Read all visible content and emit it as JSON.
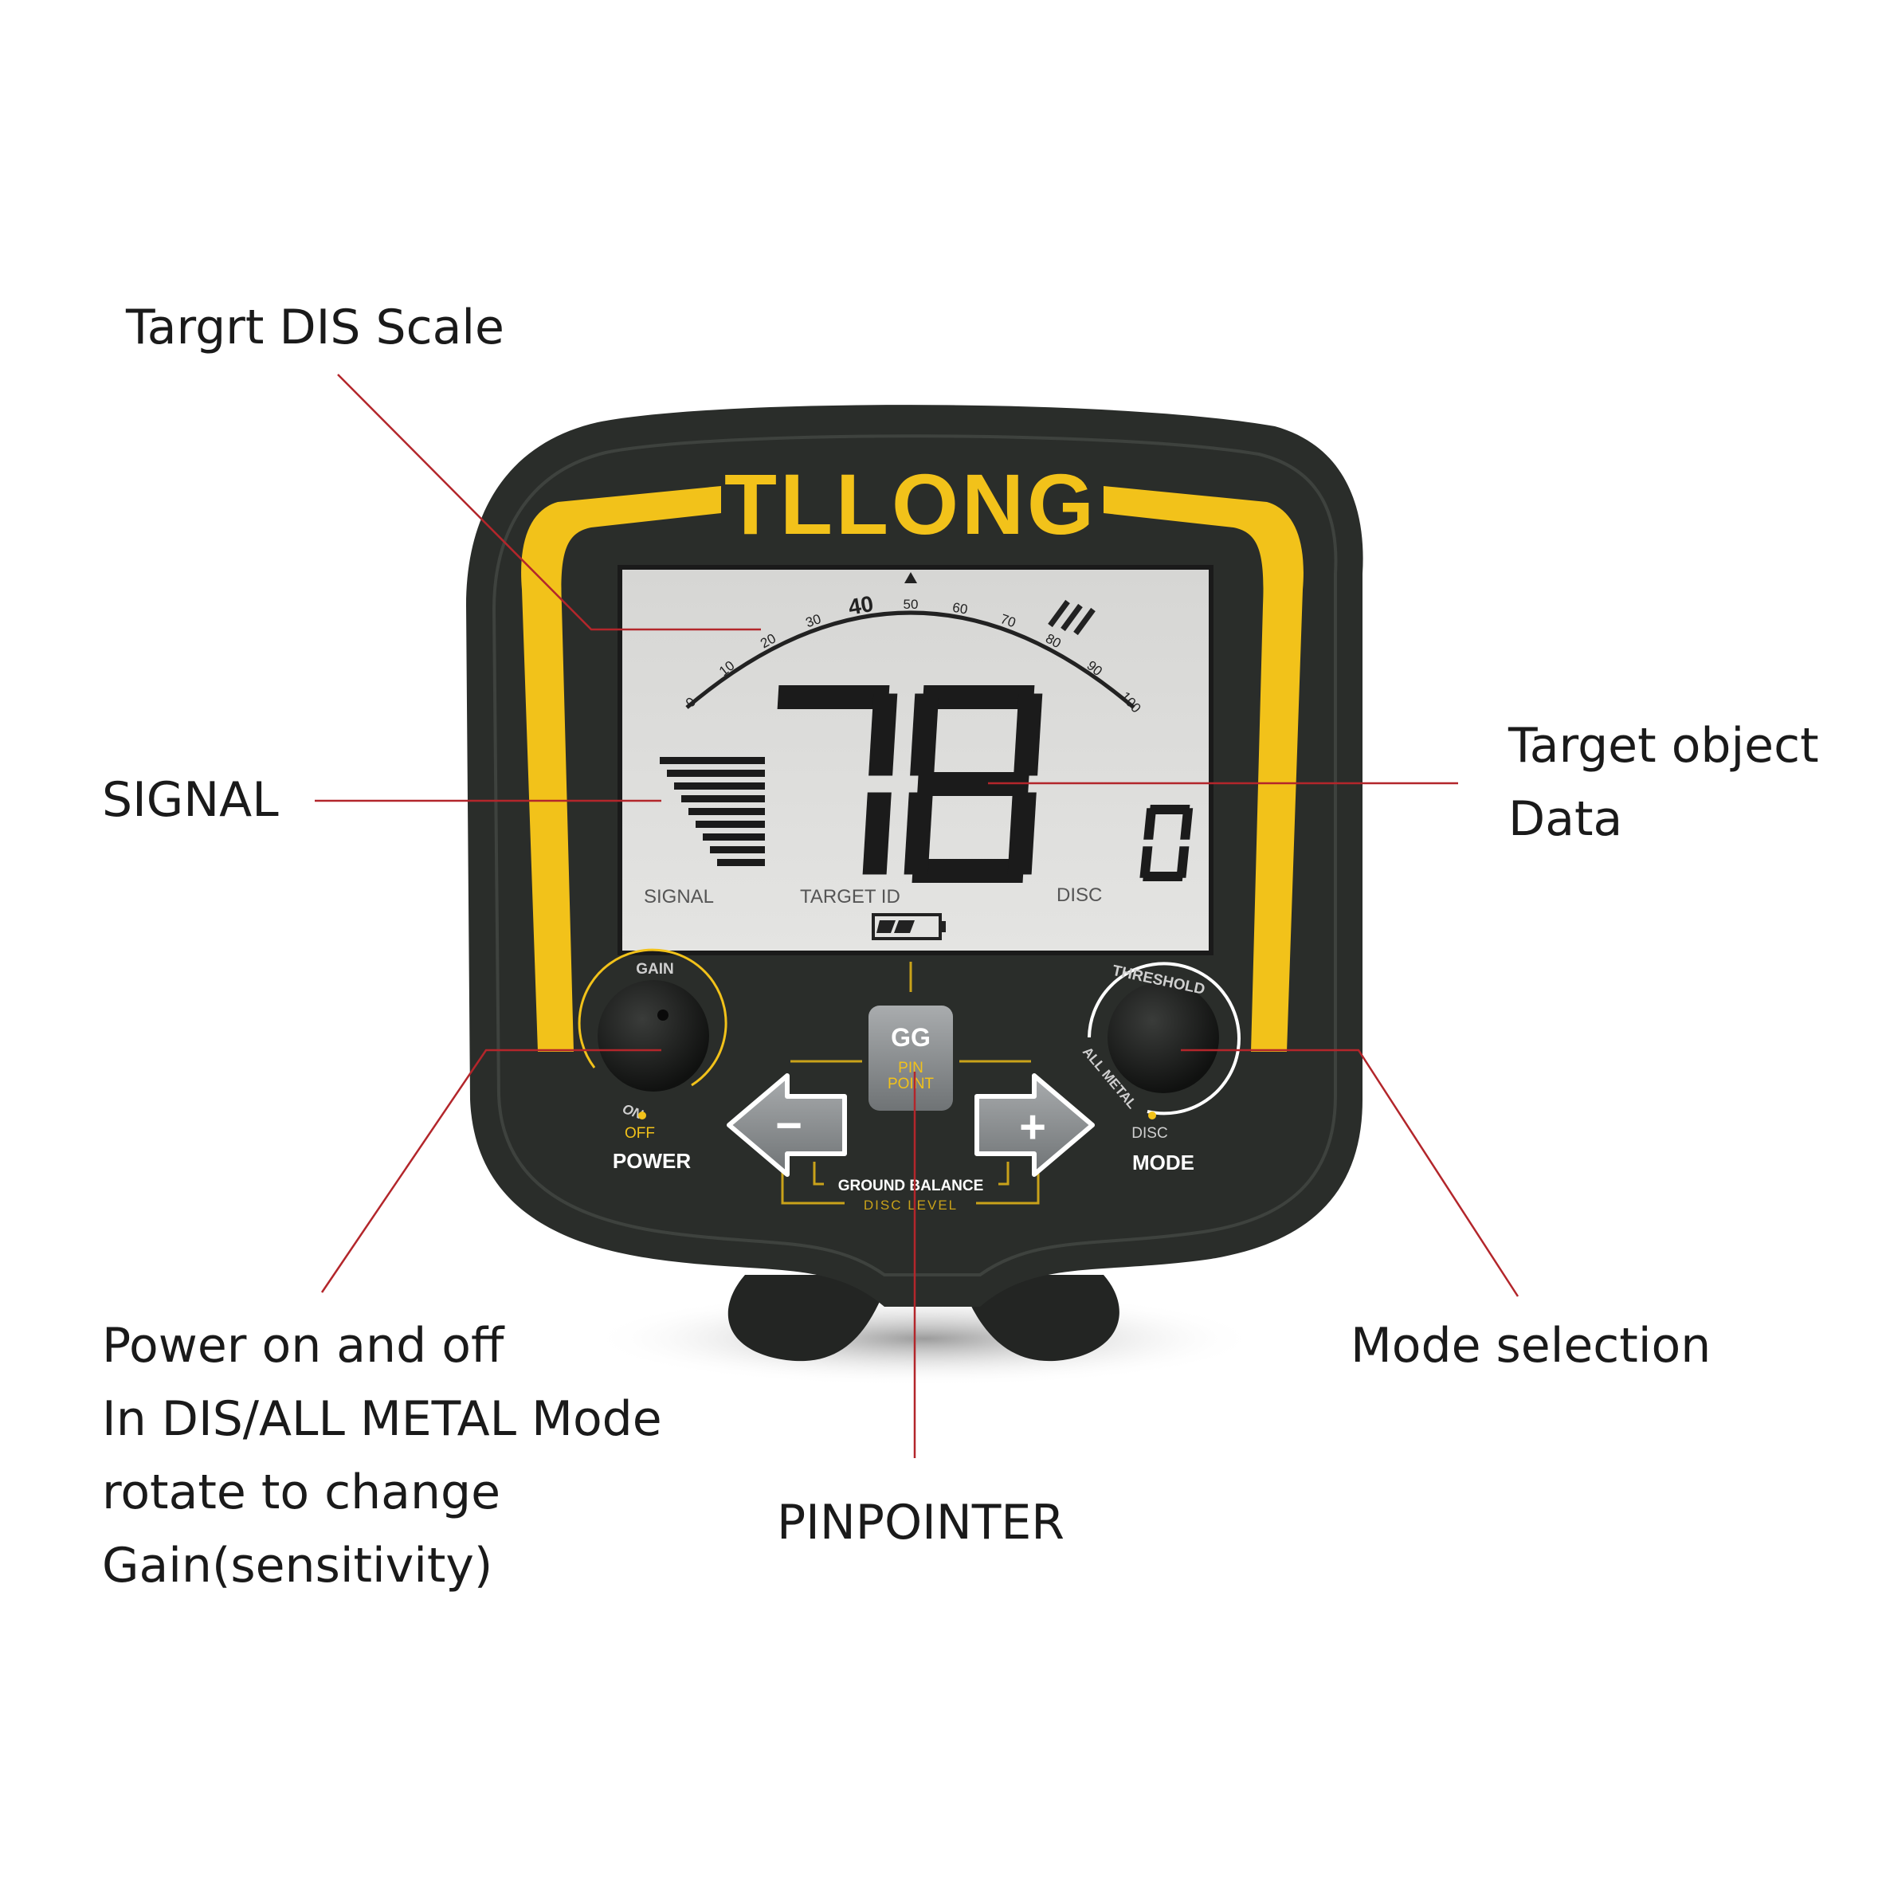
{
  "device": {
    "brand": "TLLONG",
    "scale_ticks": [
      "0",
      "10",
      "20",
      "30",
      "40",
      "50",
      "60",
      "70",
      "80",
      "90",
      "100"
    ],
    "target_id_value": "78",
    "disc_value": "0",
    "signal_bars": 9,
    "lcd_labels": {
      "signal": "SIGNAL",
      "target_id": "TARGET ID",
      "disc": "DISC"
    },
    "left_knob": {
      "ring_label": "GAIN",
      "on": "ON",
      "off": "OFF",
      "name": "POWER"
    },
    "right_knob": {
      "ring_label": "THRESHOLD",
      "all_metal": "ALL METAL",
      "disc": "DISC",
      "name": "MODE"
    },
    "pinpoint_button": {
      "top": "GG",
      "line1": "PIN",
      "line2": "POINT"
    },
    "minus_label": "−",
    "plus_label": "+",
    "ground_balance": "GROUND BALANCE",
    "disc_level": "DISC LEVEL",
    "colors": {
      "yellow": "#f2c21a",
      "body": "#2a2d2a",
      "lcd": "#dcdcda",
      "leader": "#b3262b"
    }
  },
  "callouts": {
    "dis_scale": [
      "Targrt DIS Scale"
    ],
    "signal": [
      "SIGNAL"
    ],
    "target_data": [
      "Target object",
      "Data"
    ],
    "power": [
      "Power on and off",
      "In DIS/ALL METAL Mode",
      "rotate to change",
      "Gain(sensitivity)"
    ],
    "pinpointer": [
      "PINPOINTER"
    ],
    "mode": [
      "Mode selection"
    ]
  }
}
